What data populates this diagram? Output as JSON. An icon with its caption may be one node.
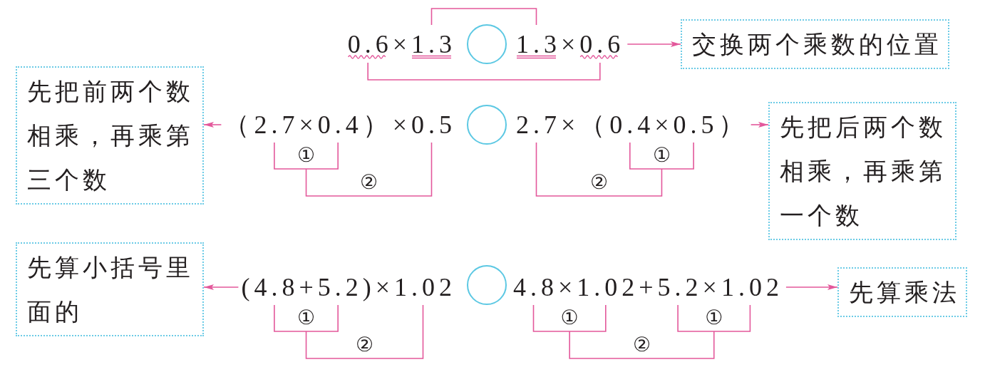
{
  "diagram": {
    "nodes": [
      {
        "text": [
          "0.6×1.3"
        ]
      },
      {
        "text": [],
        "shape": "circle"
      },
      {
        "text": [
          "1.3×0.6"
        ]
      },
      {
        "text": [
          "交换两个乘数的位置"
        ]
      },
      {
        "text": [
          "先把前两个数相乘，再乘第三个数"
        ]
      },
      {
        "text": [
          "（2.7×0.4）×0.5"
        ]
      },
      {
        "text": [],
        "shape": "circle"
      },
      {
        "text": [
          "2.7×（0.4×0.5）"
        ]
      },
      {
        "text": [
          "先把后两个数相乘，再乘第一个数"
        ]
      },
      {
        "text": [
          "先算小括号里面的"
        ]
      },
      {
        "text": [
          "(4.8+5.2)×1.02"
        ]
      },
      {
        "text": [],
        "shape": "circle"
      },
      {
        "text": [
          "4.8×1.02+5.2×1.02"
        ]
      },
      {
        "text": [
          "先算乘法"
        ]
      }
    ],
    "edges": [
      {
        "from": 2,
        "to": 3,
        "arrow": "to"
      },
      {
        "from": 5,
        "to": 4,
        "arrow": "to"
      },
      {
        "from": 7,
        "to": 8,
        "arrow": "to"
      },
      {
        "from": 10,
        "to": 9,
        "arrow": "to"
      },
      {
        "from": 12,
        "to": 13,
        "arrow": "to"
      }
    ],
    "labels": [
      "①",
      "②",
      "①",
      "②",
      "①",
      "②",
      "①",
      "①",
      "②"
    ]
  }
}
